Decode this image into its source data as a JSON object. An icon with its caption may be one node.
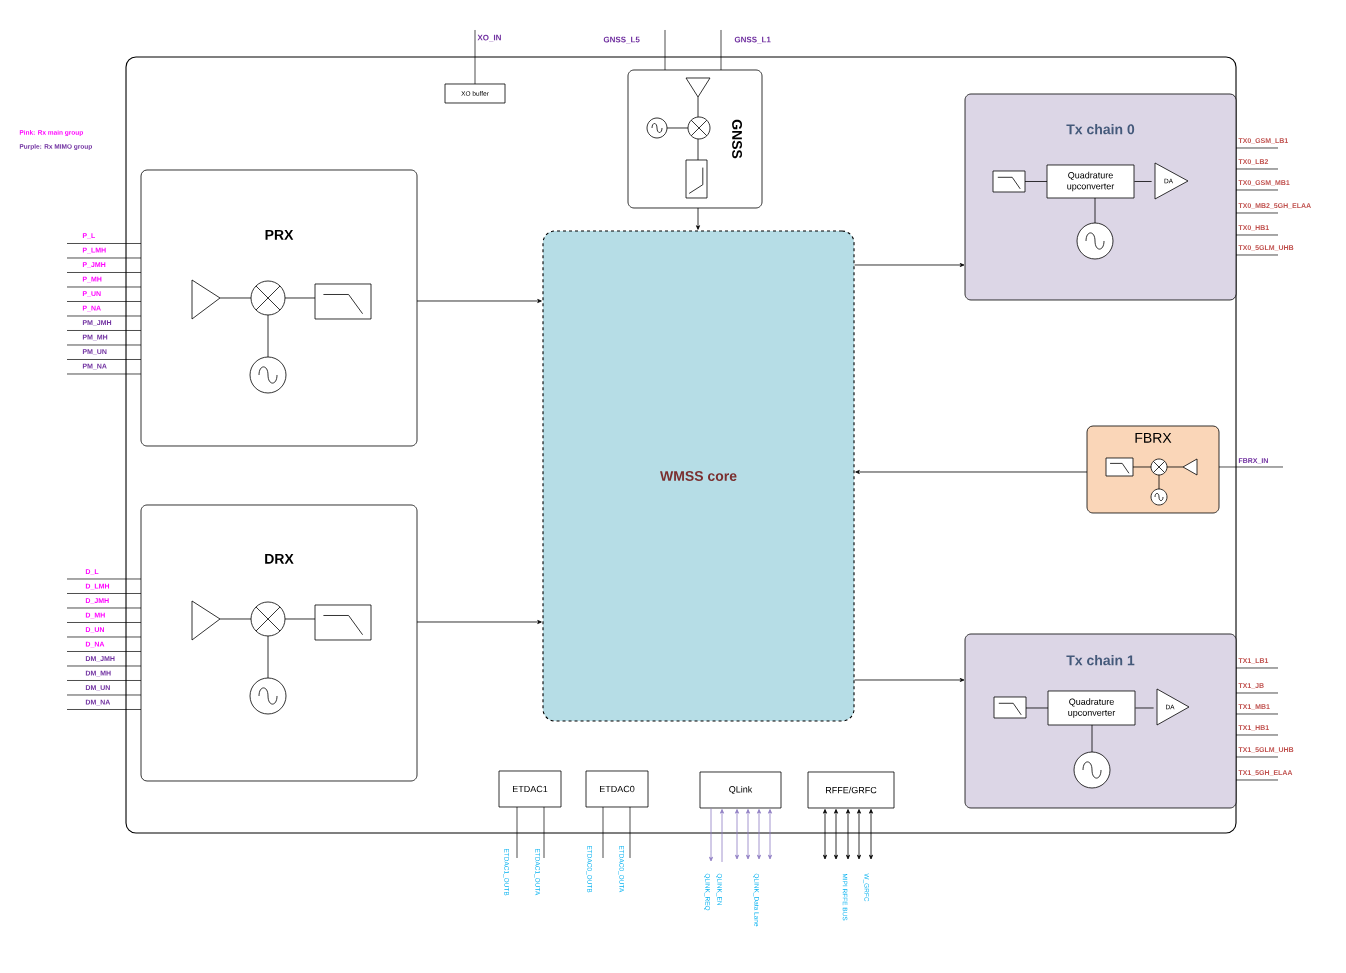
{
  "diagram": {
    "nodes": [
      {
        "text": [
          "PRX"
        ],
        "beside": [
          "P_L",
          "P_LMH",
          "P_JMH",
          "P_MH",
          "P_UN",
          "P_NA",
          "PM_JMH",
          "PM_MH",
          "PM_UN",
          "PM_NA"
        ]
      },
      {
        "text": [
          "DRX"
        ],
        "beside": [
          "D_L",
          "D_LMH",
          "D_JMH",
          "D_MH",
          "D_UN",
          "D_NA",
          "DM_JMH",
          "DM_MH",
          "DM_UN",
          "DM_NA"
        ]
      },
      {
        "text": [
          "GNSS"
        ],
        "beside": [
          "GNSS_L5",
          "GNSS_L1"
        ]
      },
      {
        "text": [
          "XO buffer"
        ]
      },
      {
        "text": [
          "WMSS core"
        ]
      },
      {
        "text": [
          "Tx chain 0"
        ],
        "beside": [
          "TX0_GSM_LB1",
          "TX0_LB2",
          "TX0_GSM_MB1",
          "TX0_MB2_5GH_ELAA",
          "TX0_HB1",
          "TX0_5GLM_UHB"
        ]
      },
      {
        "text": [
          "Quadrature upconverter"
        ],
        "in": 5
      },
      {
        "text": [
          "DA"
        ],
        "in": 5
      },
      {
        "text": [
          "FBRX"
        ],
        "beside": [
          "FBRX_IN"
        ]
      },
      {
        "text": [
          "Tx chain 1"
        ],
        "beside": [
          "TX1_LB1",
          "TX1_JB",
          "TX1_MB1",
          "TX1_HB1",
          "TX1_5GLM_UHB",
          "TX1_5GH_ELAA"
        ]
      },
      {
        "text": [
          "Quadrature upconverter"
        ],
        "in": 9
      },
      {
        "text": [
          "DA"
        ],
        "in": 9
      },
      {
        "text": [
          "ETDAC1"
        ],
        "beside": [
          "ETDAC1_OUTB",
          "ETDAC1_OUTA"
        ]
      },
      {
        "text": [
          "ETDAC0"
        ],
        "beside": [
          "ETDAC0_OUTB",
          "ETDAC0_OUTA"
        ]
      },
      {
        "text": [
          "QLink"
        ]
      },
      {
        "text": [
          "RFFE/GRFC"
        ]
      },
      {
        "text": [
          "QLINK_REQ"
        ]
      },
      {
        "text": [
          "QLINK_EN"
        ]
      },
      {
        "text": [
          "QLINK_Data Lane"
        ]
      },
      {
        "text": [
          "MIPI RFFE BUS"
        ]
      },
      {
        "text": [
          "W_GRFC"
        ]
      }
    ],
    "edges": [
      {
        "from": 2,
        "to": 4,
        "arrow": "to"
      },
      {
        "from": 0,
        "to": 4,
        "arrow": "to"
      },
      {
        "from": 4,
        "to": 5,
        "arrow": "to"
      },
      {
        "from": 8,
        "to": 4,
        "arrow": "to"
      },
      {
        "from": 1,
        "to": 4,
        "arrow": "to"
      },
      {
        "from": 4,
        "to": 9,
        "arrow": "to"
      },
      {
        "from": 6,
        "to": 7,
        "arrow": "none"
      },
      {
        "from": 10,
        "to": 11,
        "arrow": "none"
      },
      {
        "from": 14,
        "to": 16,
        "arrow": "to",
        "color": "#8e7cc3"
      },
      {
        "from": 17,
        "to": 14,
        "arrow": "to",
        "color": "#8e7cc3"
      },
      {
        "from": 14,
        "to": 18,
        "arrow": "both",
        "color": "#8e7cc3"
      },
      {
        "from": 14,
        "to": 18,
        "arrow": "both",
        "color": "#8e7cc3"
      },
      {
        "from": 14,
        "to": 18,
        "arrow": "both",
        "color": "#8e7cc3"
      },
      {
        "from": 14,
        "to": 18,
        "arrow": "both",
        "color": "#8e7cc3"
      },
      {
        "from": 15,
        "to": 19,
        "arrow": "both"
      },
      {
        "from": 15,
        "to": 19,
        "arrow": "both"
      },
      {
        "from": 15,
        "to": 19,
        "arrow": "both"
      },
      {
        "from": 15,
        "to": 19,
        "arrow": "both"
      },
      {
        "from": 15,
        "to": 20,
        "arrow": "both"
      }
    ],
    "labels": [
      "XO_IN",
      "Pink: Rx main group",
      "Purple: Rx MIMO group"
    ]
  }
}
